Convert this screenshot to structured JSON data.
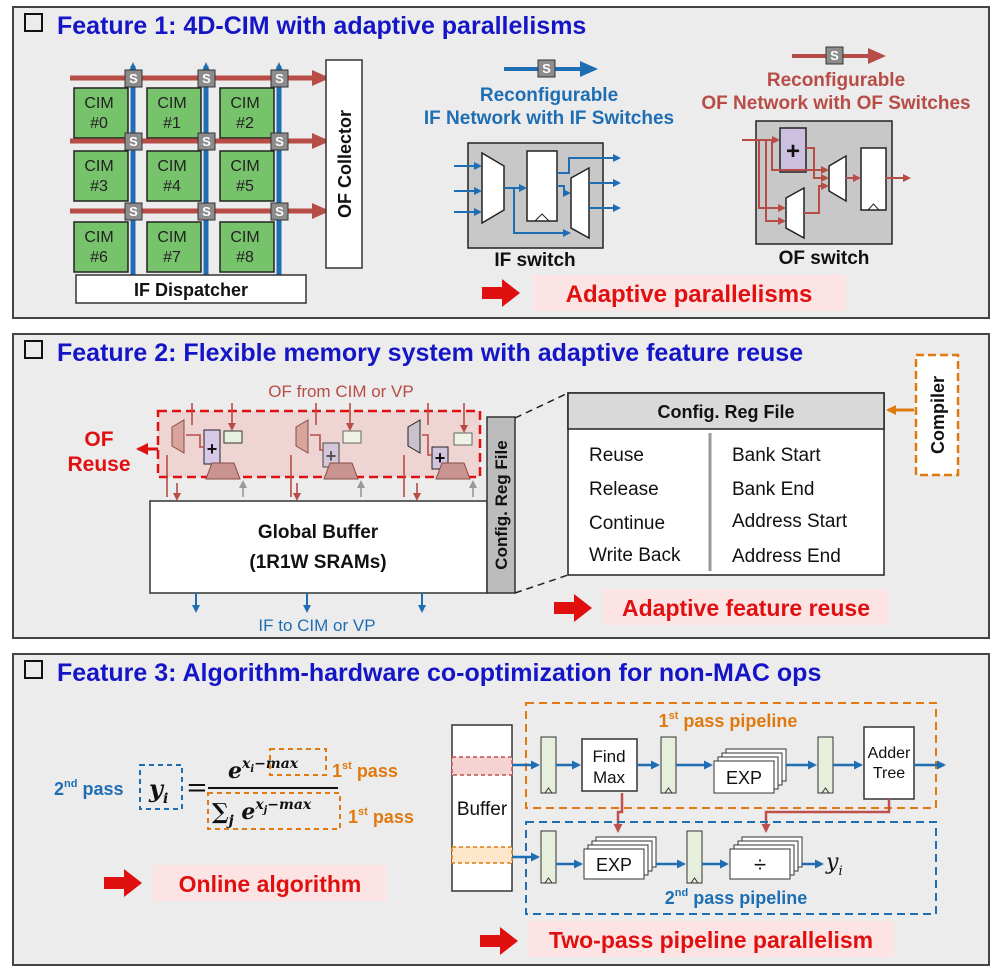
{
  "feature1": {
    "title": "Feature 1: 4D-CIM with adaptive parallelisms",
    "cim_labels": [
      "CIM",
      "CIM",
      "CIM",
      "CIM",
      "CIM",
      "CIM",
      "CIM",
      "CIM",
      "CIM"
    ],
    "cim_ids": [
      "#0",
      "#1",
      "#2",
      "#3",
      "#4",
      "#5",
      "#6",
      "#7",
      "#8"
    ],
    "switch_glyph": "S",
    "of_collector": "OF Collector",
    "if_dispatcher": "IF Dispatcher",
    "if_network_l1": "Reconfigurable",
    "if_network_l2": "IF Network with IF Switches",
    "of_network_l1": "Reconfigurable",
    "of_network_l2": "OF Network with OF Switches",
    "if_switch_label": "IF switch",
    "of_switch_label": "OF switch",
    "adder_glyph": "+",
    "conclusion": "Adaptive parallelisms"
  },
  "feature2": {
    "title": "Feature 2: Flexible memory system with adaptive feature reuse",
    "of_from": "OF from CIM or VP",
    "of_reuse_l1": "OF",
    "of_reuse_l2": "Reuse",
    "gb_l1": "Global Buffer",
    "gb_l2": "(1R1W SRAMs)",
    "if_to": "IF to CIM or VP",
    "config_vertical": "Config. Reg File",
    "table_header": "Config. Reg File",
    "left_items": [
      "Reuse",
      "Release",
      "Continue",
      "Write Back"
    ],
    "right_items": [
      "Bank Start",
      "Bank End",
      "Address Start",
      "Address End"
    ],
    "compiler": "Compiler",
    "conclusion": "Adaptive feature reuse"
  },
  "feature3": {
    "title": "Feature 3: Algorithm-hardware co-optimization for non-MAC ops",
    "second_pass": "2",
    "nd": "nd",
    "pass_word": "pass",
    "first": "1",
    "st": "st",
    "conclusion_left": "Online algorithm",
    "first_pipeline": "pass pipeline",
    "second_pipeline": "pass pipeline",
    "buffer": "Buffer",
    "find_l1": "Find",
    "find_l2": "Max",
    "exp": "EXP",
    "adder_l1": "Adder",
    "adder_l2": "Tree",
    "div": "÷",
    "conclusion_right": "Two-pass pipeline parallelism"
  },
  "colors": {
    "title_blue": "#1515c8",
    "if_blue": "#1f6eb4",
    "of_red": "#b84c46",
    "cim_green": "#77c36b",
    "orange": "#e07a10",
    "alert_red": "#e01010",
    "pink_bg": "#fde4e4"
  }
}
